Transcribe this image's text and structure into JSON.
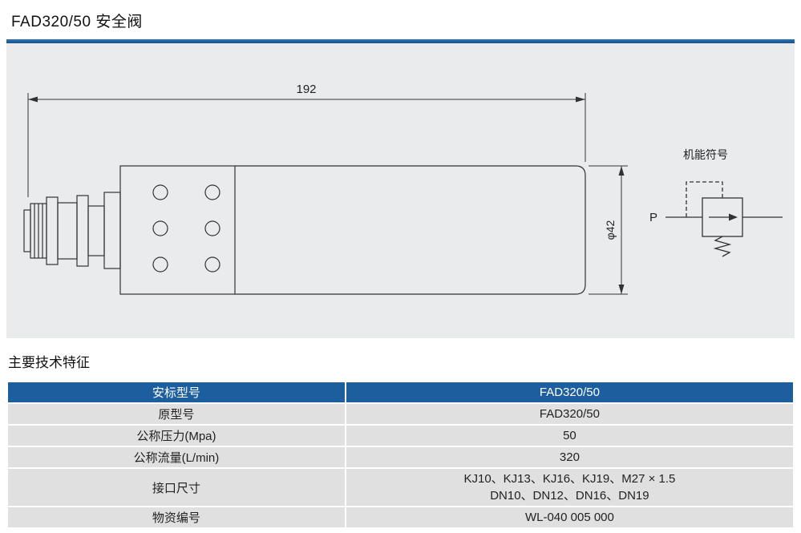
{
  "page": {
    "title": "FAD320/50 安全阀",
    "section_title": "主要技术特征"
  },
  "drawing": {
    "dim_length": "192",
    "dim_diameter": "φ42",
    "symbol_label": "机能符号",
    "port_label": "P"
  },
  "table": {
    "rows": [
      {
        "label": "安标型号",
        "value": "FAD320/50"
      },
      {
        "label": "原型号",
        "value": "FAD320/50"
      },
      {
        "label": "公称压力(Mpa)",
        "value": "50"
      },
      {
        "label": "公称流量(L/min)",
        "value": "320"
      },
      {
        "label": "接口尺寸",
        "value": "KJ10、KJ13、KJ16、KJ19、M27 × 1.5",
        "value2": "DN10、DN12、DN16、DN19"
      },
      {
        "label": "物资编号",
        "value": "WL-040 005 000"
      }
    ]
  },
  "colors": {
    "accent_blue": "#1d5f9e",
    "panel_bg": "#e9ebec",
    "row_bg": "#e0e0e0",
    "line": "#333333"
  }
}
